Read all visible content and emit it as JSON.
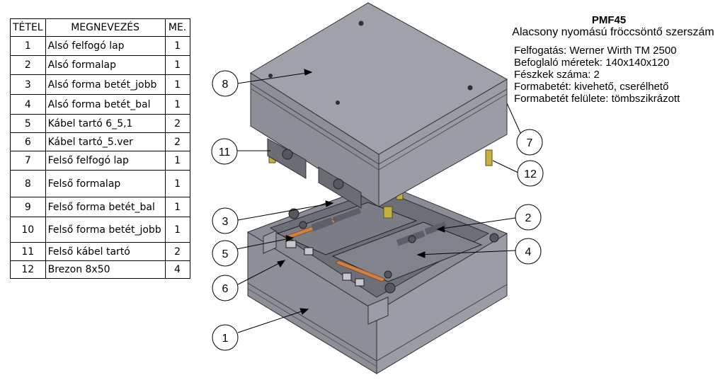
{
  "table": {
    "headers": [
      "TÉTEL",
      "MEGNEVEZÉS",
      "ME."
    ],
    "rows": [
      {
        "num": "1",
        "name": "Alsó felfogó lap",
        "qty": "1"
      },
      {
        "num": "2",
        "name": "Alsó formalap",
        "qty": "1"
      },
      {
        "num": "3",
        "name": "Alsó forma betét_jobb",
        "qty": "1"
      },
      {
        "num": "4",
        "name": "Alsó forma betét_bal",
        "qty": "1"
      },
      {
        "num": "5",
        "name": "Kábel tartó 6_5,1",
        "qty": "2"
      },
      {
        "num": "6",
        "name": "Kábel tartó_5.ver",
        "qty": "2"
      },
      {
        "num": "7",
        "name": "Felső felfogó lap",
        "qty": "1"
      },
      {
        "num": "8",
        "name": "Felső formalap",
        "qty": "1"
      },
      {
        "num": "9",
        "name": "Felső forma betét_bal",
        "qty": "1"
      },
      {
        "num": "10",
        "name": "Felső forma betét_jobb",
        "qty": "1"
      },
      {
        "num": "11",
        "name": "Felső kábel tartó",
        "qty": "2"
      },
      {
        "num": "12",
        "name": "Brezon 8x50",
        "qty": "4"
      }
    ]
  },
  "info": {
    "title": "PMF45",
    "subtitle": "Alacsony nyomású fröccsöntő szerszám",
    "specs": [
      "Felfogatás: Werner Wirth TM 2500",
      "Befoglaló méretek: 140x140x120",
      "Fészkek száma: 2",
      "Formabetét: kivehető, cserélhető",
      "Formabetét felülete: tömbszikrázott"
    ]
  },
  "callouts": [
    "8",
    "11",
    "7",
    "12",
    "3",
    "2",
    "5",
    "4",
    "6",
    "1"
  ]
}
